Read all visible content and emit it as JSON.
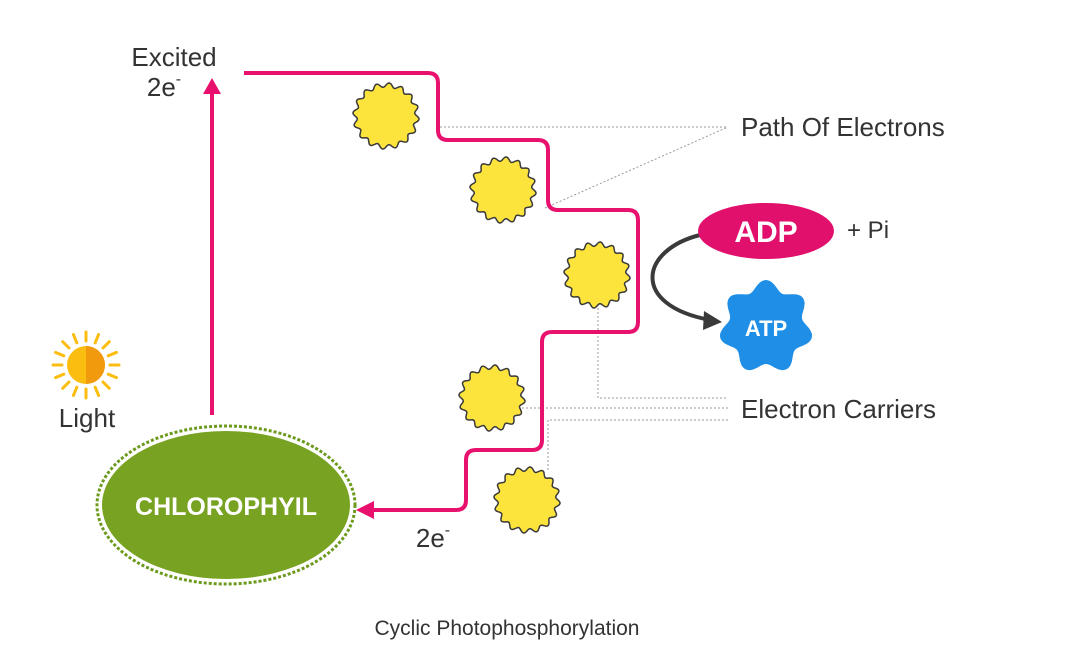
{
  "diagram": {
    "excited_label_line1": "Excited",
    "excited_label_line2": "2e",
    "superscript": "-",
    "path_of_electrons_label": "Path Of Electrons",
    "electron_carriers_label": "Electron Carriers",
    "adp_label": "ADP",
    "pi_label": "+ Pi",
    "atp_label": "ATP",
    "light_label": "Light",
    "chlorophyll_label": "CHLOROPHYIL",
    "return_electron_label": "2e",
    "caption": "Cyclic Photophosphorylation"
  },
  "colors": {
    "electron_path": "#e8126e",
    "carrier_fill": "#fce43c",
    "adp_fill": "#e0106c",
    "atp_fill": "#1e8ee6",
    "chlorophyll_fill": "#78a222",
    "sun_fill": "#fbbe10",
    "cycle_arrow": "#3a3a3a",
    "leader_line": "#9a9a9a"
  }
}
